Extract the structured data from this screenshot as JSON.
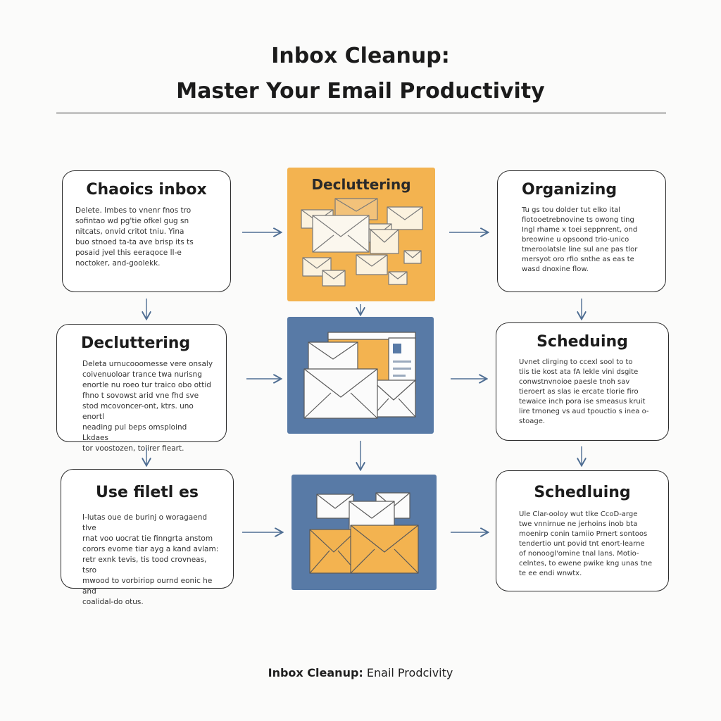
{
  "header": {
    "title_line1": "Inbox Cleanup:",
    "title_line2": "Master Your Email Productivity"
  },
  "cards": {
    "chaotic": {
      "title": "Chaoics inbox",
      "lines": [
        "Delete. Imbes to vnenr fnos tro",
        "sofintao wd pg'tie ofkel gug sn",
        "nitcats, onvid critot tniu. Yina",
        "buo stnoed ta-ta ave brisp its ts",
        "posaid jvel this eeraqoce lI-e",
        "noctoker, and-goolekk."
      ]
    },
    "organizing": {
      "title": "Organizing",
      "lines": [
        "Tu gs tou dolder tut elko ital",
        "fiotooetrebnovine ts owong ting",
        "Ingl rhame x toei seppnrent, ond",
        "breowine u opsoond trio-unico",
        "tmeroolatsle line sul ane pas tlor",
        "mersyot oro rfio snthe as eas te",
        "wasd dnoxine flow."
      ]
    },
    "decluttering": {
      "title": "Decluttering",
      "lines": [
        "Deleta urnucooomesse vere onsaly",
        "coivenuoloar trance twa nurisng",
        "enortle nu roeo tur traico obo ottid",
        "fhno t sovowst arid vne fhd sve",
        "stod mcovoncer-ont, ktrs. uno enortl",
        "neading pul beps omsploind Lkdaes",
        "tor voostozen, tolirer fieart."
      ]
    },
    "scheduling1": {
      "title": "Scheduing",
      "lines": [
        "Uvnet clirging to ccexl sool to to",
        "tiis tie kost ata fA lekle vini dsgite",
        "conwstnvnoioe paesle tnoh sav",
        "tieroert as slas ie ercate tlorie firo",
        "tewaice inch pora ise smeasus kruit",
        "lire trnoneg vs aud tpouctio s inea o-",
        "stoage."
      ]
    },
    "filters": {
      "title": "Use filetl es",
      "lines": [
        "I-lutas oue de burinj o woragaend tlve",
        "rnat voo uocrat tie finngrta anstom",
        "corors evome tiar ayg a kand avlam:",
        "retr exnk tevis, tis tood crovneas, tsro",
        "mwood to vorbiriop ournd eonic he and",
        "coalidal-do otus."
      ]
    },
    "scheduling2": {
      "title": "Schedluing",
      "lines": [
        "Ule Clar-ooloy wut tlke CcoD-arge",
        "twe vnnirnue ne jerhoins inob bta",
        "moenirp conin tamiio Prnert sontoos",
        "tendertio unt povid tnt enort-learne",
        "of nonoogl'omine tnal lans. Motio-",
        "celntes, to ewene pwike kng unas tne",
        "te ee endi wnwtx."
      ]
    }
  },
  "panels": {
    "top_label": "Decluttering"
  },
  "footer": {
    "bold": "Inbox Cleanup:",
    "regular": " Enail Prodcivity"
  },
  "colors": {
    "orange": "#f3b350",
    "blue": "#587aa6",
    "arrow": "#4f6e93"
  }
}
